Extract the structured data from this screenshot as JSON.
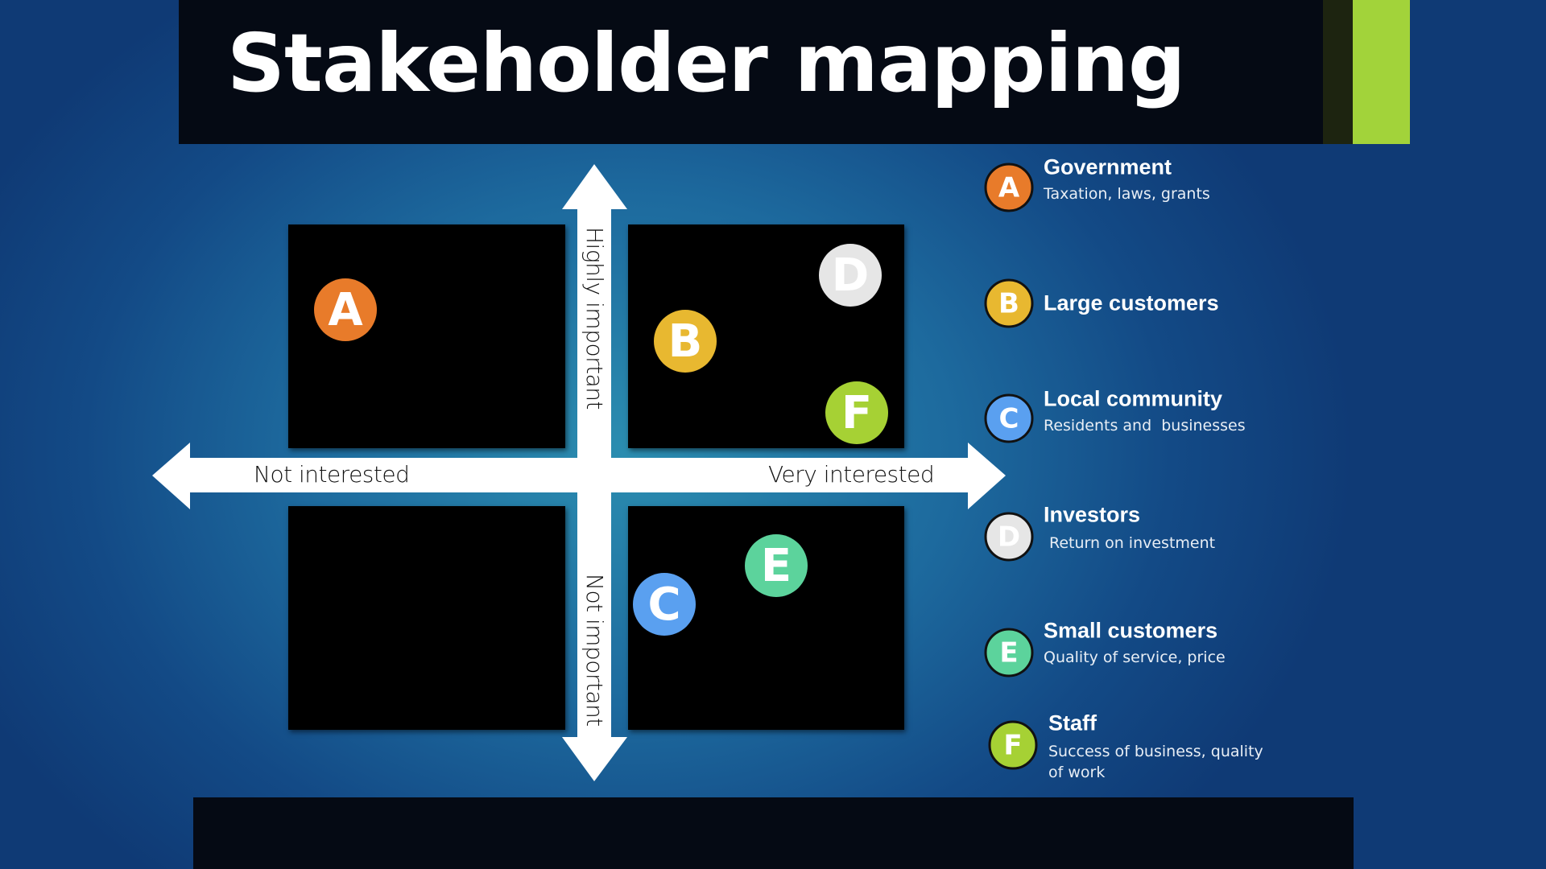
{
  "title": "Stakeholder mapping",
  "axes": {
    "left": "Not interested",
    "right": "Very interested",
    "top": "Highly important",
    "bottom": "Not important"
  },
  "stakeholders": [
    {
      "letter": "A",
      "name": "Government",
      "description": "Taxation, laws, grants",
      "color": "#e87b2a",
      "quadrant": "top-left"
    },
    {
      "letter": "B",
      "name": "Large customers",
      "description": "",
      "color": "#e8b830",
      "quadrant": "top-right"
    },
    {
      "letter": "C",
      "name": "Local community",
      "description": "Residents and  businesses",
      "color": "#5aa0f0",
      "quadrant": "bottom-right"
    },
    {
      "letter": "D",
      "name": "Investors",
      "description": "Return on investment",
      "color": "#e6e6e6",
      "quadrant": "top-right"
    },
    {
      "letter": "E",
      "name": "Small customers",
      "description": "Quality of service, price",
      "color": "#5cd39c",
      "quadrant": "bottom-right"
    },
    {
      "letter": "F",
      "name": "Staff",
      "description": "Success of business, quality",
      "description_line2": "of work",
      "color": "#a6d134",
      "quadrant": "top-right"
    }
  ]
}
